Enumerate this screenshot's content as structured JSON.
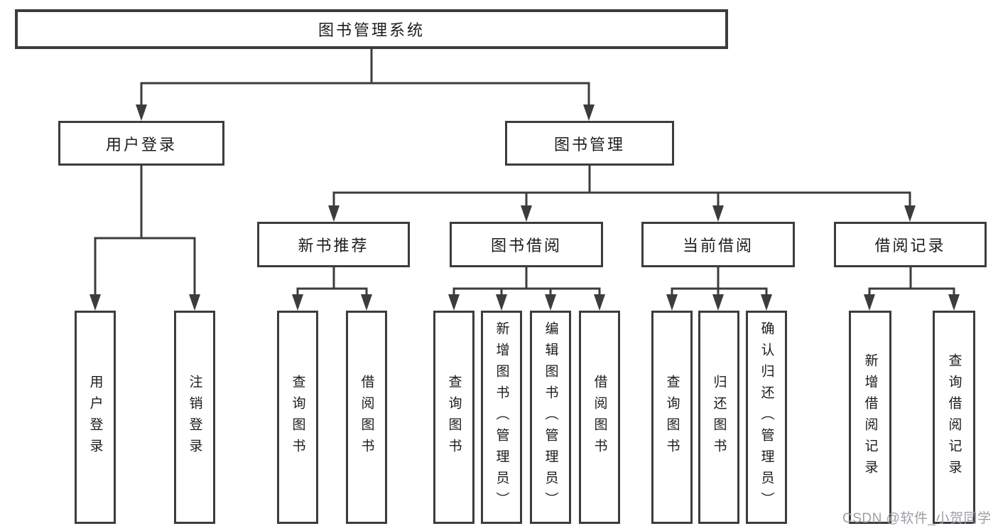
{
  "diagram": {
    "tree": {
      "label": "图书管理系统",
      "children": [
        {
          "label": "用户登录",
          "children": [
            {
              "label": "用户登录"
            },
            {
              "label": "注销登录"
            }
          ]
        },
        {
          "label": "图书管理",
          "children": [
            {
              "label": "新书推荐",
              "children": [
                {
                  "label": "查询图书"
                },
                {
                  "label": "借阅图书"
                }
              ]
            },
            {
              "label": "图书借阅",
              "children": [
                {
                  "label": "查询图书"
                },
                {
                  "label": "新增图书（管理员）"
                },
                {
                  "label": "编辑图书（管理员）"
                },
                {
                  "label": "借阅图书"
                }
              ]
            },
            {
              "label": "当前借阅",
              "children": [
                {
                  "label": "查询图书"
                },
                {
                  "label": "归还图书"
                },
                {
                  "label": "确认归还（管理员）"
                }
              ]
            },
            {
              "label": "借阅记录",
              "children": [
                {
                  "label": "新增借阅记录"
                },
                {
                  "label": "查询借阅记录"
                }
              ]
            }
          ]
        }
      ]
    },
    "colors": {
      "line": "#3c3c3c",
      "box_border": "#3c3c3c",
      "box_fill": "#ffffff",
      "text": "#1c1c1c",
      "watermark": "#9b9ea4"
    }
  },
  "watermark": {
    "text": "CSDN @软件_小贺同学"
  }
}
